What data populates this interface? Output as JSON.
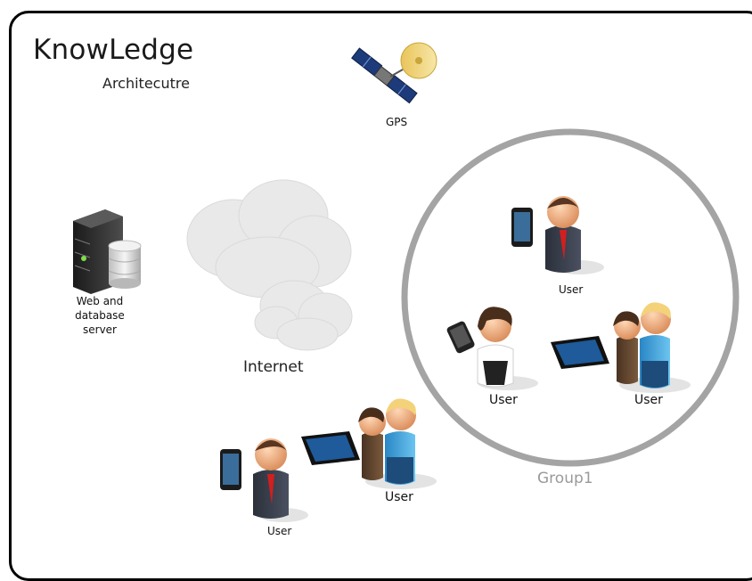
{
  "header": {
    "title": "KnowLedge",
    "subtitle": "Architecutre"
  },
  "nodes": {
    "gps": "GPS",
    "server": [
      "Web and",
      "database",
      "server"
    ],
    "internet": "Internet",
    "group": "Group1",
    "user_top": "User",
    "user_left": "User",
    "user_right": "User",
    "user_bottom_mid": "User",
    "user_bottom": "User"
  },
  "colors": {
    "group_ring": "#a4a4a4",
    "cloud": "#e7e7e7",
    "skin": "#f2b58c",
    "suit": "#3a3f4c",
    "tie": "#d21f1f",
    "shirt_blue": "#3ea2db"
  },
  "icons": [
    "satellite-icon",
    "server-rack-icon",
    "database-icon",
    "cloud-icon",
    "smartphone-icon",
    "tablet-icon",
    "person-icon"
  ]
}
